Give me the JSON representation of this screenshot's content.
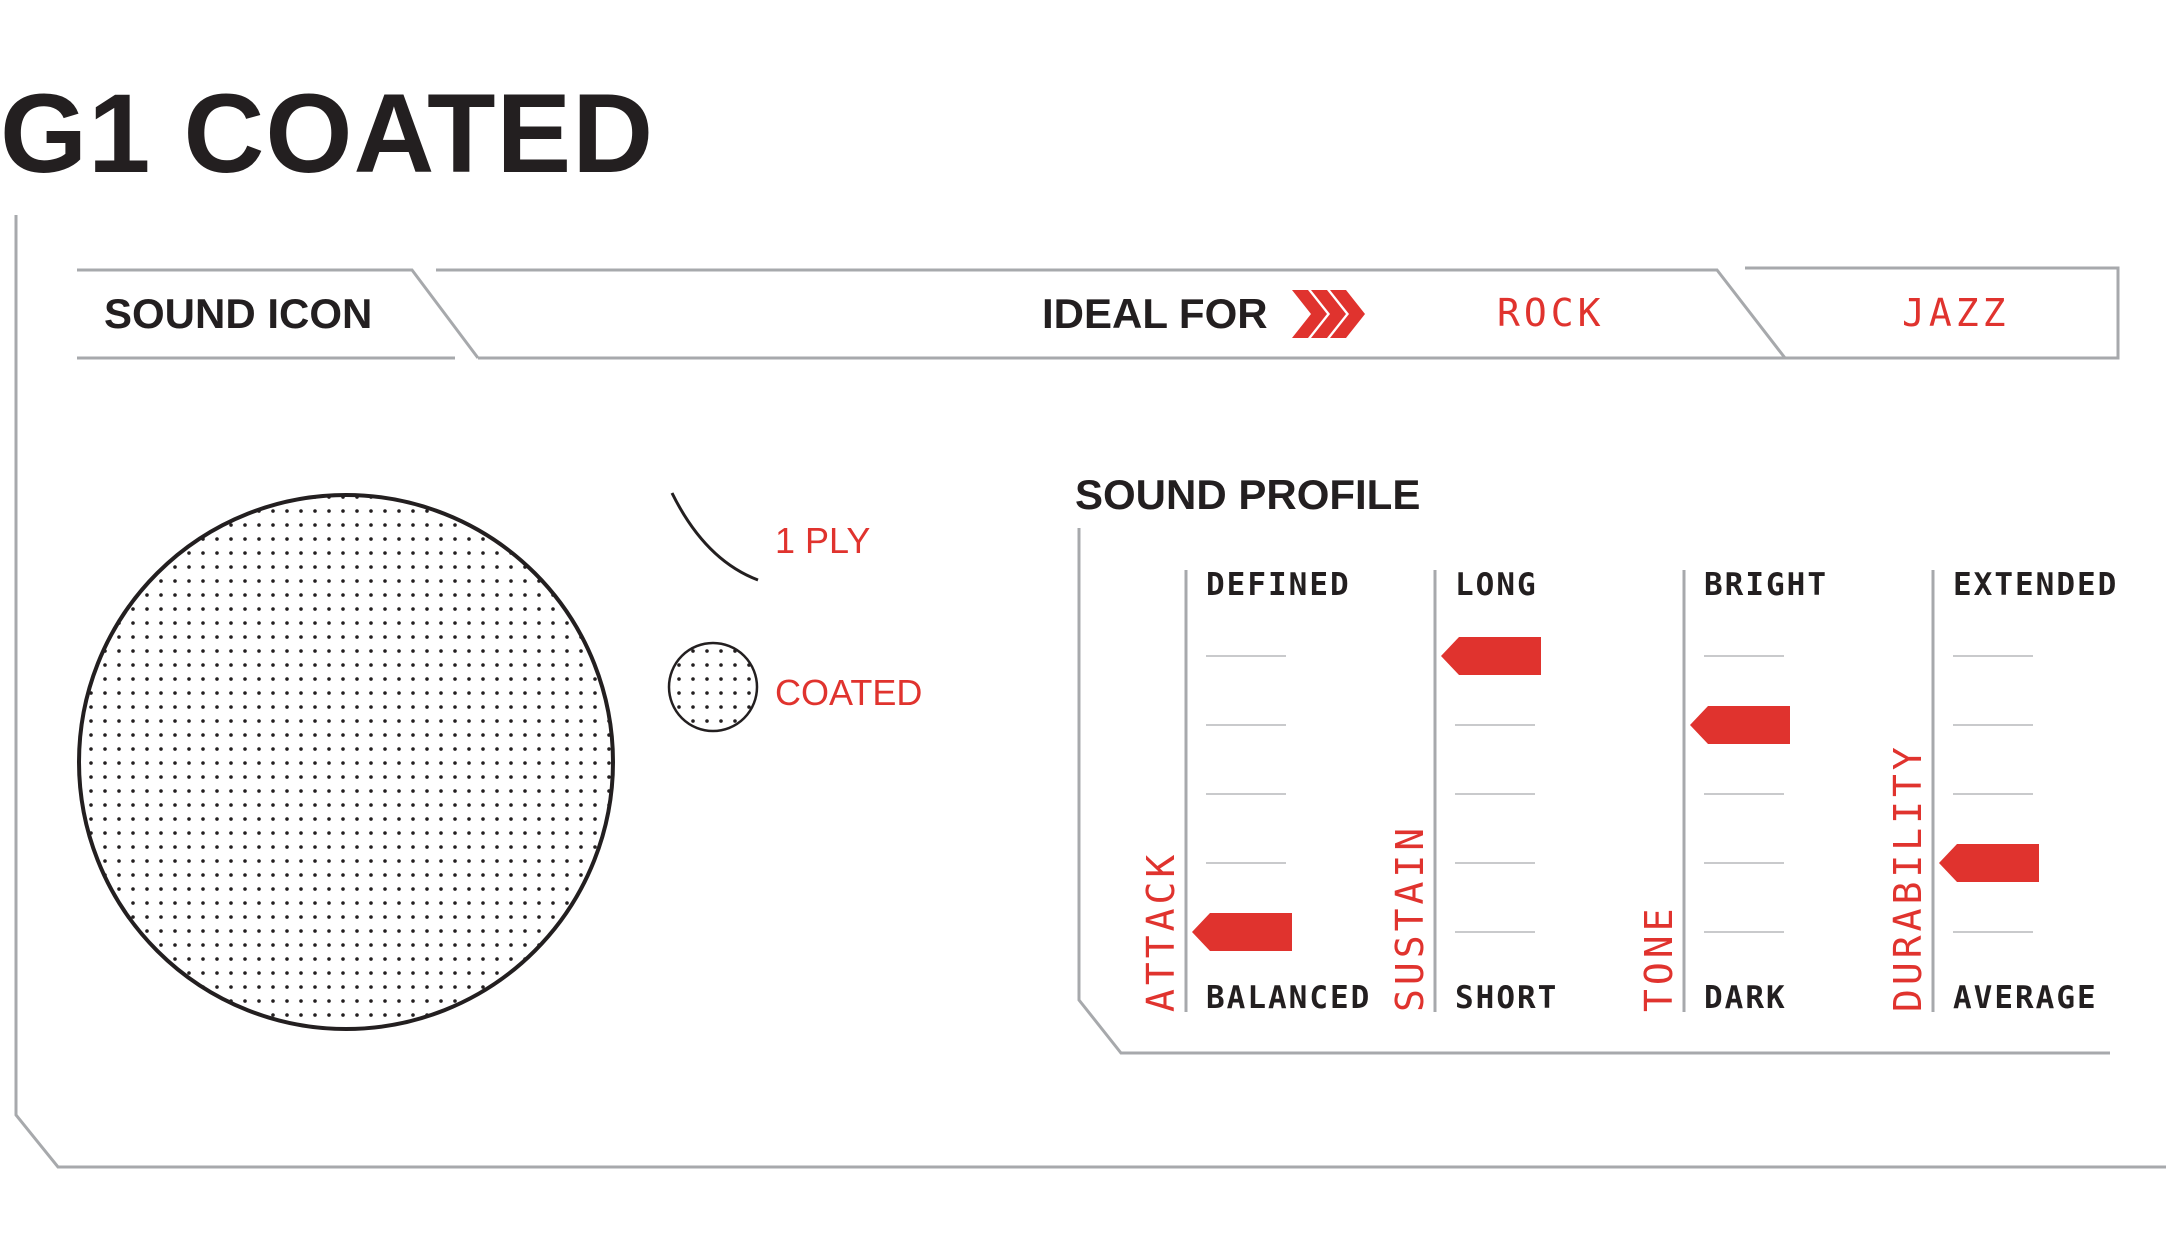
{
  "title": "G1 COATED",
  "header": {
    "sound_icon_label": "SOUND ICON",
    "ideal_for_label": "IDEAL FOR",
    "genres": [
      "ROCK",
      "JAZZ"
    ]
  },
  "pick_icon": {
    "ply_label": "1 PLY",
    "coated_label": "COATED"
  },
  "sound_profile": {
    "title": "SOUND PROFILE",
    "scales": [
      {
        "name": "ATTACK",
        "top": "DEFINED",
        "bottom": "BALANCED",
        "level": 0
      },
      {
        "name": "SUSTAIN",
        "top": "LONG",
        "bottom": "SHORT",
        "level": 4
      },
      {
        "name": "TONE",
        "top": "BRIGHT",
        "bottom": "DARK",
        "level": 3
      },
      {
        "name": "DURABILITY",
        "top": "EXTENDED",
        "bottom": "AVERAGE",
        "level": 1
      }
    ],
    "levels_count": 5
  },
  "colors": {
    "accent": "#e0332e",
    "text": "#231f20",
    "line": "#a7a9ac"
  }
}
